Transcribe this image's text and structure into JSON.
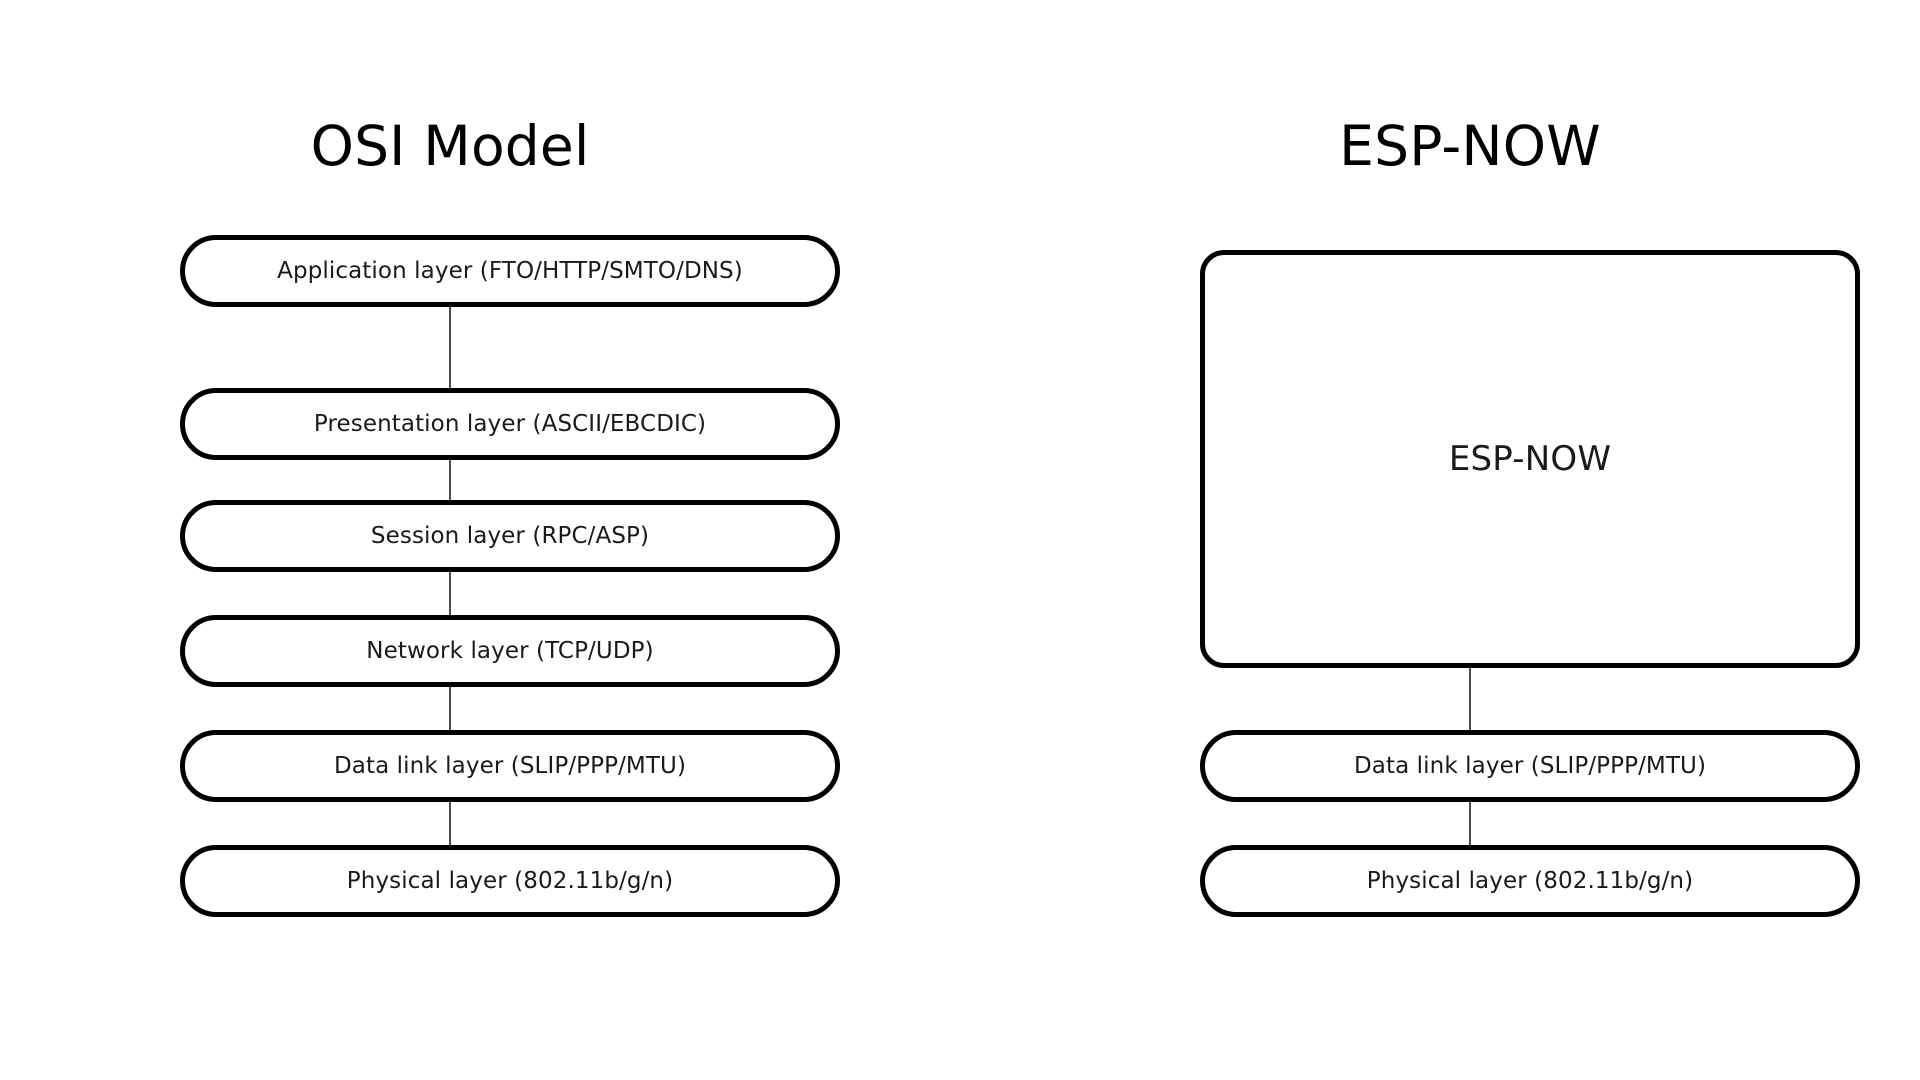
{
  "diagram": {
    "background_color": "#ffffff",
    "stroke_color": "#000000",
    "text_color": "#1a1a1a",
    "connector_color": "#4d4d4d"
  },
  "columns": [
    {
      "id": "osi",
      "title": "OSI Model",
      "nodes": [
        {
          "id": "application",
          "shape": "pill",
          "label": "Application layer (FTO/HTTP/SMTO/DNS)"
        },
        {
          "id": "presentation",
          "shape": "pill",
          "label": "Presentation layer (ASCII/EBCDIC)"
        },
        {
          "id": "session",
          "shape": "pill",
          "label": "Session layer (RPC/ASP)"
        },
        {
          "id": "network",
          "shape": "pill",
          "label": "Network layer (TCP/UDP)"
        },
        {
          "id": "datalink",
          "shape": "pill",
          "label": "Data link layer (SLIP/PPP/MTU)"
        },
        {
          "id": "physical",
          "shape": "pill",
          "label": "Physical layer (802.11b/g/n)"
        }
      ]
    },
    {
      "id": "espnow",
      "title": "ESP-NOW",
      "nodes": [
        {
          "id": "espnow-block",
          "shape": "block",
          "label": "ESP-NOW"
        },
        {
          "id": "datalink",
          "shape": "pill",
          "label": "Data link layer (SLIP/PPP/MTU)"
        },
        {
          "id": "physical",
          "shape": "pill",
          "label": "Physical layer (802.11b/g/n)"
        }
      ]
    }
  ]
}
